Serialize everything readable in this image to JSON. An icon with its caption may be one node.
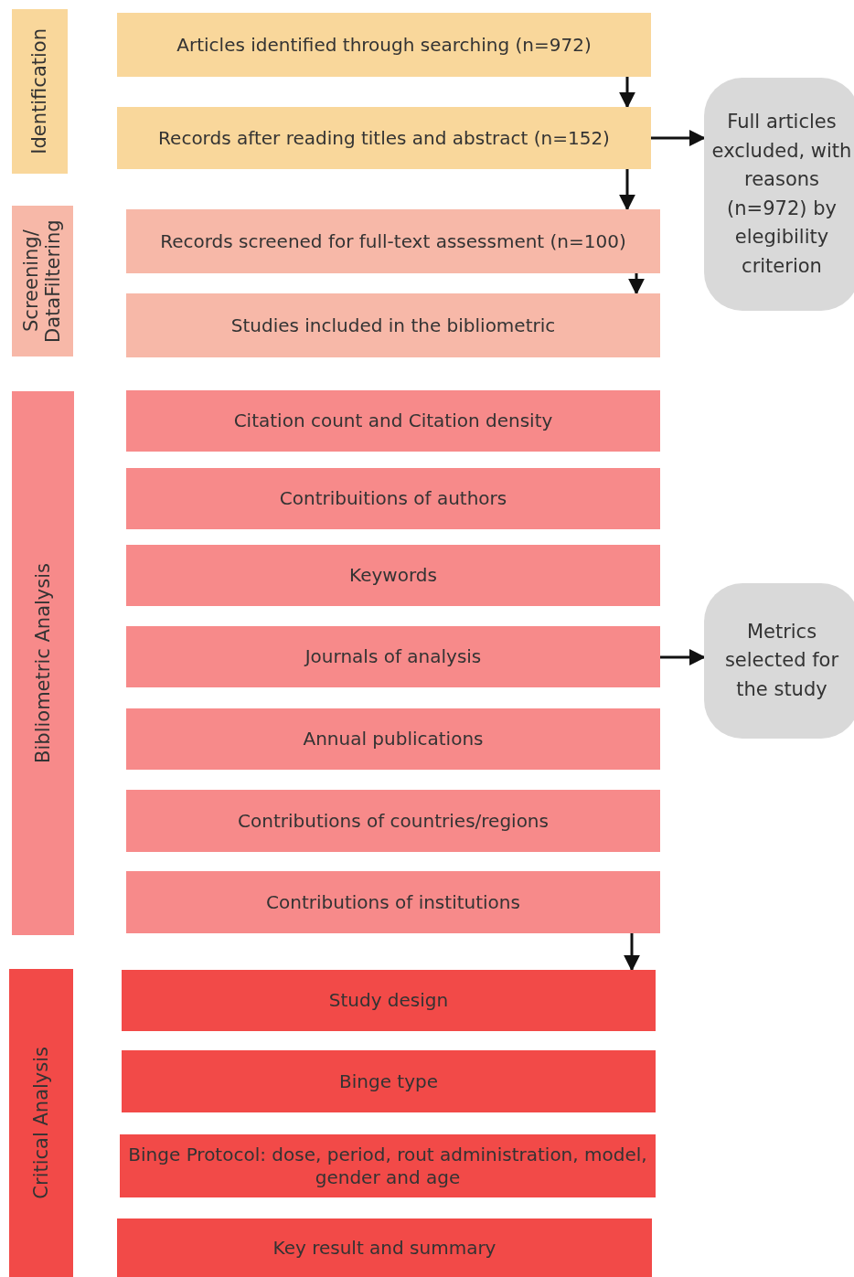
{
  "diagram": {
    "nodes": [
      {
        "text": [
          "Identification"
        ]
      },
      {
        "text": [
          "Articles identified through searching (n=972)"
        ]
      },
      {
        "text": [
          "Records after reading titles and abstract (n=152)"
        ]
      },
      {
        "text": [
          "Full articles excluded, with reasons (n=972) by elegibility criterion"
        ]
      },
      {
        "text": [
          "Screening/ DataFiltering"
        ]
      },
      {
        "text": [
          "Records screened for full-text assessment (n=100)"
        ]
      },
      {
        "text": [
          "Studies included in the bibliometric"
        ]
      },
      {
        "text": [
          "Bibliometric Analysis"
        ]
      },
      {
        "text": [
          "Citation count and Citation density"
        ]
      },
      {
        "text": [
          "Contribuitions of authors"
        ]
      },
      {
        "text": [
          "Keywords"
        ]
      },
      {
        "text": [
          "Journals of analysis"
        ]
      },
      {
        "text": [
          "Metrics selected for the study"
        ]
      },
      {
        "text": [
          "Annual publications"
        ]
      },
      {
        "text": [
          "Contributions of countries/regions"
        ]
      },
      {
        "text": [
          "Contributions of institutions"
        ]
      },
      {
        "text": [
          "Critical Analysis"
        ]
      },
      {
        "text": [
          "Study design"
        ]
      },
      {
        "text": [
          "Binge type"
        ]
      },
      {
        "text": [
          "Binge Protocol: dose, period, rout administration, model, gender and age"
        ]
      },
      {
        "text": [
          "Key result and summary"
        ]
      }
    ],
    "edges": [
      {
        "from": 1,
        "to": 2,
        "arrow": "to"
      },
      {
        "from": 2,
        "to": 5,
        "arrow": "to"
      },
      {
        "from": 2,
        "to": 3,
        "arrow": "to"
      },
      {
        "from": 5,
        "to": 6,
        "arrow": "to"
      },
      {
        "from": 11,
        "to": 12,
        "arrow": "to"
      },
      {
        "from": 15,
        "to": 17,
        "arrow": "to"
      }
    ]
  }
}
